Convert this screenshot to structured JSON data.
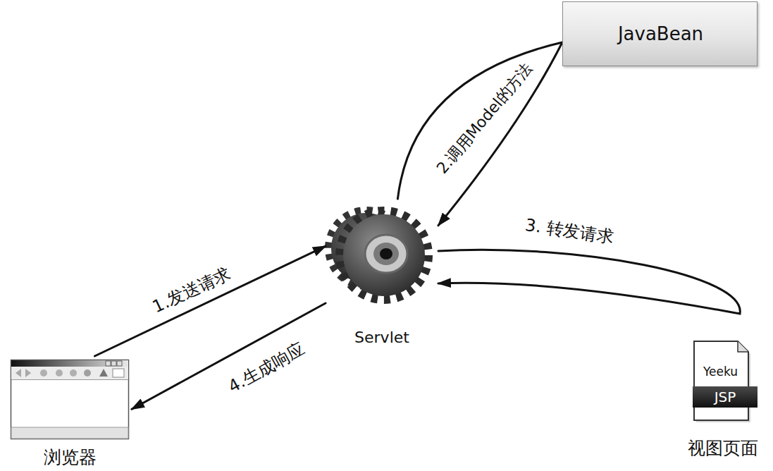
{
  "diagram": {
    "nodes": [
      {
        "text": [
          "浏览器"
        ]
      },
      {
        "text": [
          "Servlet"
        ]
      },
      {
        "text": [
          "JavaBean"
        ]
      },
      {
        "text": [
          "Yeeku",
          "JSP",
          "视图页面"
        ]
      }
    ],
    "edges": [
      {
        "from": 0,
        "to": 1,
        "arrow": "to",
        "label": "1.发送请求"
      },
      {
        "from": 2,
        "to": 1,
        "arrow": "to",
        "label": "2.调用Model的方法"
      },
      {
        "from": 3,
        "to": 1,
        "arrow": "to",
        "label": "3. 转发请求"
      },
      {
        "from": 1,
        "to": 0,
        "arrow": "to",
        "label": "4.生成响应"
      }
    ]
  }
}
